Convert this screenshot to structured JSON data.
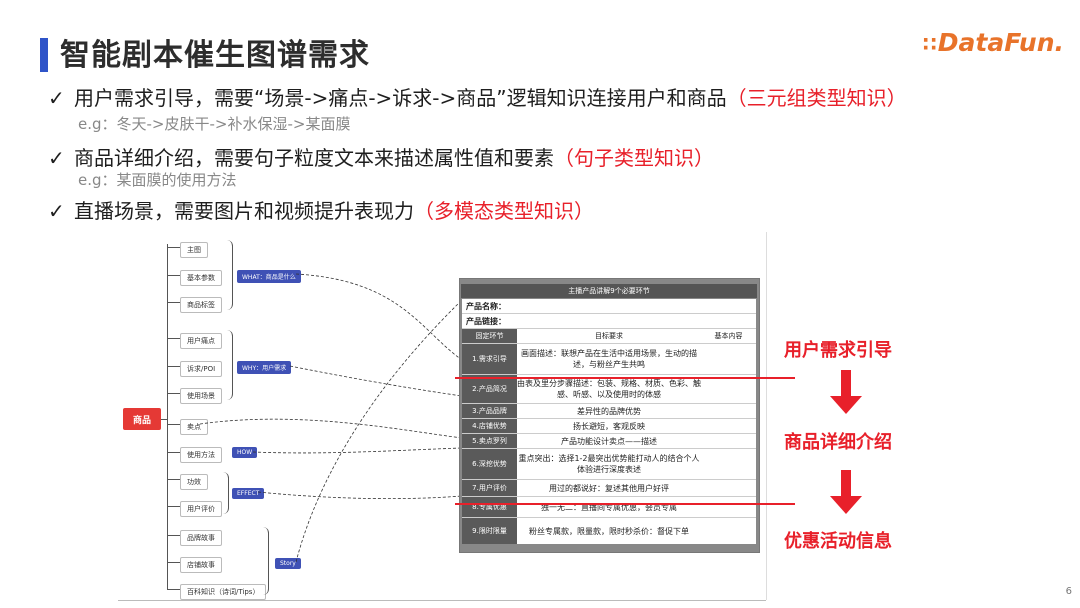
{
  "title": "智能剧本催生图谱需求",
  "logo": {
    "dots": "∷",
    "text": "DataFun."
  },
  "bullets": [
    {
      "check": "✓",
      "text": "用户需求引导，需要“场景->痛点->诉求->商品”逻辑知识连接用户和商品",
      "highlight": "（三元组类型知识）"
    },
    {
      "check": "✓",
      "text": "商品详细介绍，需要句子粒度文本来描述属性值和要素",
      "highlight": "（句子类型知识）"
    },
    {
      "check": "✓",
      "text": "直播场景，需要图片和视频提升表现力",
      "highlight": "（多模态类型知识）"
    }
  ],
  "examples": [
    "e.g：冬天->皮肤干->补水保湿->某面膜",
    "e.g：某面膜的使用方法"
  ],
  "mindmap": {
    "root": "商品",
    "nodes": [
      "主图",
      "基本参数",
      "商品标签",
      "用户痛点",
      "诉求/POI",
      "使用场景",
      "卖点",
      "使用方法",
      "功效",
      "用户评价",
      "品牌故事",
      "店铺故事",
      "百科知识（诗词/Tips）"
    ],
    "tags": {
      "what": "WHAT：商品是什么",
      "why": "WHY：用户需求",
      "how": "HOW",
      "effect": "EFFECT",
      "story": "Story"
    }
  },
  "table": {
    "header": "主播产品讲解9个必要环节",
    "name_label": "产品名称：",
    "link_label": "产品链接：",
    "col_headers": [
      "固定环节",
      "目标要求",
      "基本内容"
    ],
    "rows": [
      {
        "step": "1.需求引导",
        "req": "画面描述：联想产品在生活中适用场景，生动的描述，与粉丝产生共鸣"
      },
      {
        "step": "2.产品简况",
        "req": "由表及里分步骤描述：包装、规格、材质、色彩、触感、听感、以及使用时的体感"
      },
      {
        "step": "3.产品品牌",
        "req": "差异性的品牌优势"
      },
      {
        "step": "4.店铺优势",
        "req": "扬长避短，客观反映"
      },
      {
        "step": "5.卖点罗列",
        "req": "产品功能设计卖点——描述"
      },
      {
        "step": "6.深挖优势",
        "req": "重点突出：选择1-2最突出优势能打动人的结合个人体验进行深度表述"
      },
      {
        "step": "7.用户评价",
        "req": "用过的都说好：复述其他用户好评"
      },
      {
        "step": "8.专属优惠",
        "req": "独一无二：直播间专属优惠，会员专属"
      },
      {
        "step": "9.限时限量",
        "req": "粉丝专属款，限量款，限时秒杀价：督促下单"
      }
    ]
  },
  "side_labels": [
    "用户需求引导",
    "商品详细介绍",
    "优惠活动信息"
  ],
  "page_number": "6",
  "colors": {
    "accent": "#2f54c8",
    "highlight": "#e8202a",
    "logo": "#e8732a"
  }
}
